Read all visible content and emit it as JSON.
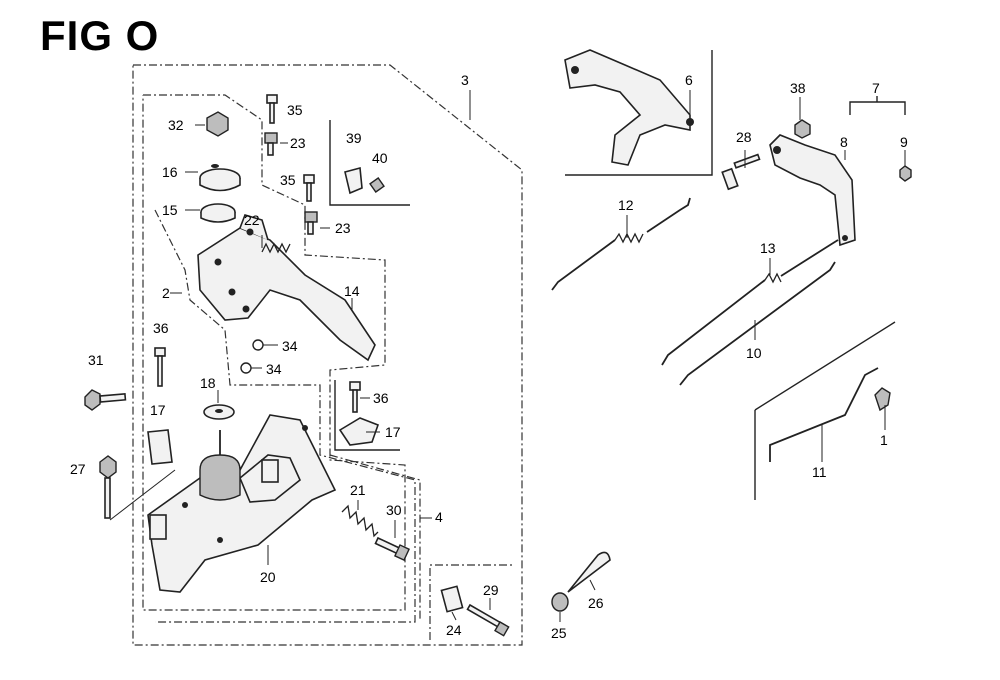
{
  "figure": {
    "title": "FIG O"
  },
  "callouts": {
    "c1": "1",
    "c2": "2",
    "c3": "3",
    "c4": "4",
    "c6": "6",
    "c7": "7",
    "c8": "8",
    "c9": "9",
    "c10": "10",
    "c11": "11",
    "c12": "12",
    "c13": "13",
    "c14": "14",
    "c15": "15",
    "c16": "16",
    "c17a": "17",
    "c17b": "17",
    "c18": "18",
    "c20": "20",
    "c21": "21",
    "c22": "22",
    "c23a": "23",
    "c23b": "23",
    "c24": "24",
    "c25": "25",
    "c26": "26",
    "c27": "27",
    "c28": "28",
    "c29": "29",
    "c30": "30",
    "c31": "31",
    "c32": "32",
    "c34a": "34",
    "c34b": "34",
    "c35a": "35",
    "c35b": "35",
    "c36a": "36",
    "c36b": "36",
    "c38": "38",
    "c39": "39",
    "c40": "40"
  }
}
